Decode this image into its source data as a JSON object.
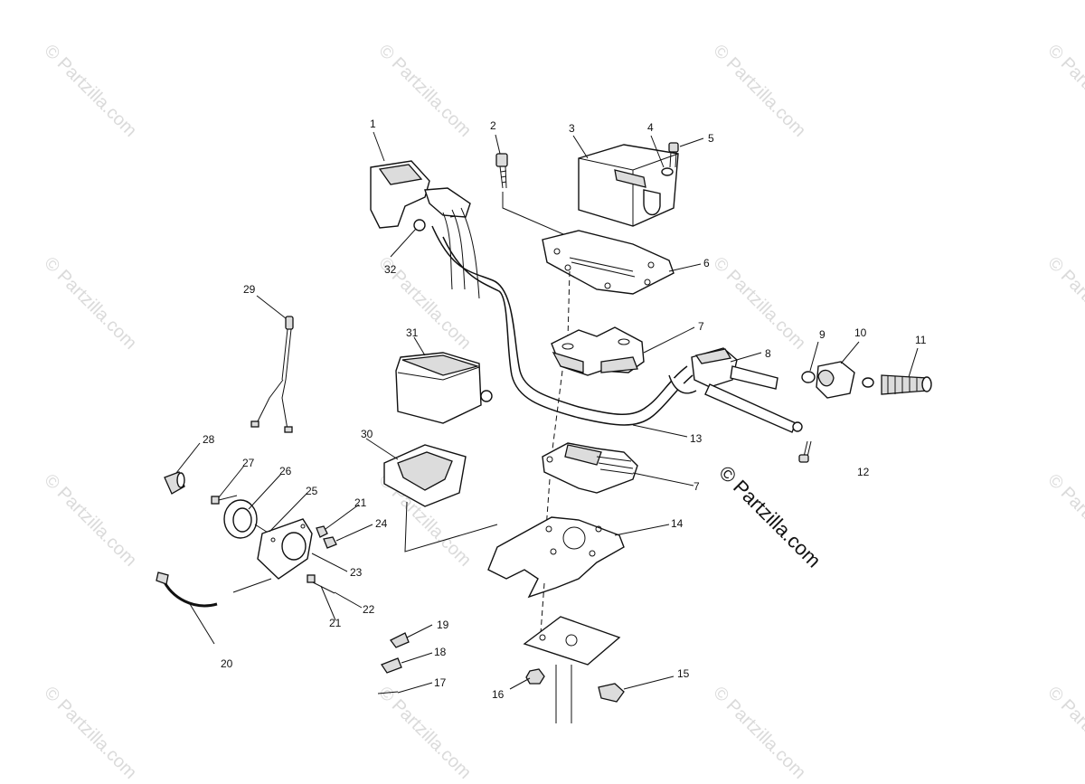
{
  "watermark": {
    "small_text": "© Partzilla.com",
    "main_text": "© Partzilla.com"
  },
  "callouts": [
    "1",
    "2",
    "3",
    "4",
    "5",
    "6",
    "7",
    "8",
    "9",
    "10",
    "11",
    "12",
    "13",
    "7",
    "14",
    "15",
    "16",
    "17",
    "18",
    "19",
    "20",
    "21",
    "22",
    "23",
    "24",
    "21",
    "25",
    "26",
    "27",
    "28",
    "29",
    "30",
    "31",
    "32"
  ]
}
